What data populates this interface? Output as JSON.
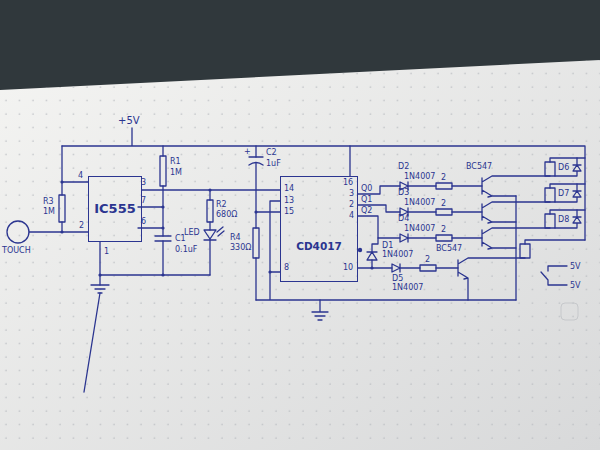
{
  "diagram": {
    "nodes": [
      {
        "text": [
          "IC555"
        ]
      },
      {
        "text": [
          "CD4017"
        ]
      }
    ],
    "edges": [
      {
        "from": 0,
        "to": 1,
        "arrow": "none"
      }
    ],
    "labels": [
      "+5V",
      "R3",
      "1M",
      "TOUCH",
      "4",
      "2",
      "3",
      "7",
      "6",
      "1",
      "R1",
      "1M",
      "C1",
      "0.1uF",
      "R2",
      "680Ω",
      "LED",
      "+",
      "C2",
      "1uF",
      "R4",
      "330Ω",
      "14",
      "13",
      "15",
      "8",
      "16",
      "3",
      "2",
      "4",
      "10",
      "Q0",
      "Q1",
      "Q2",
      "D2",
      "1N4007",
      "D3",
      "1N4007",
      "D4",
      "1N4007",
      "D1",
      "1N4007",
      "D5",
      "1N4007",
      "2",
      "2",
      "2",
      "2",
      "BC547",
      "BC547",
      "D6",
      "D7",
      "D8",
      "5V",
      "5V"
    ]
  }
}
